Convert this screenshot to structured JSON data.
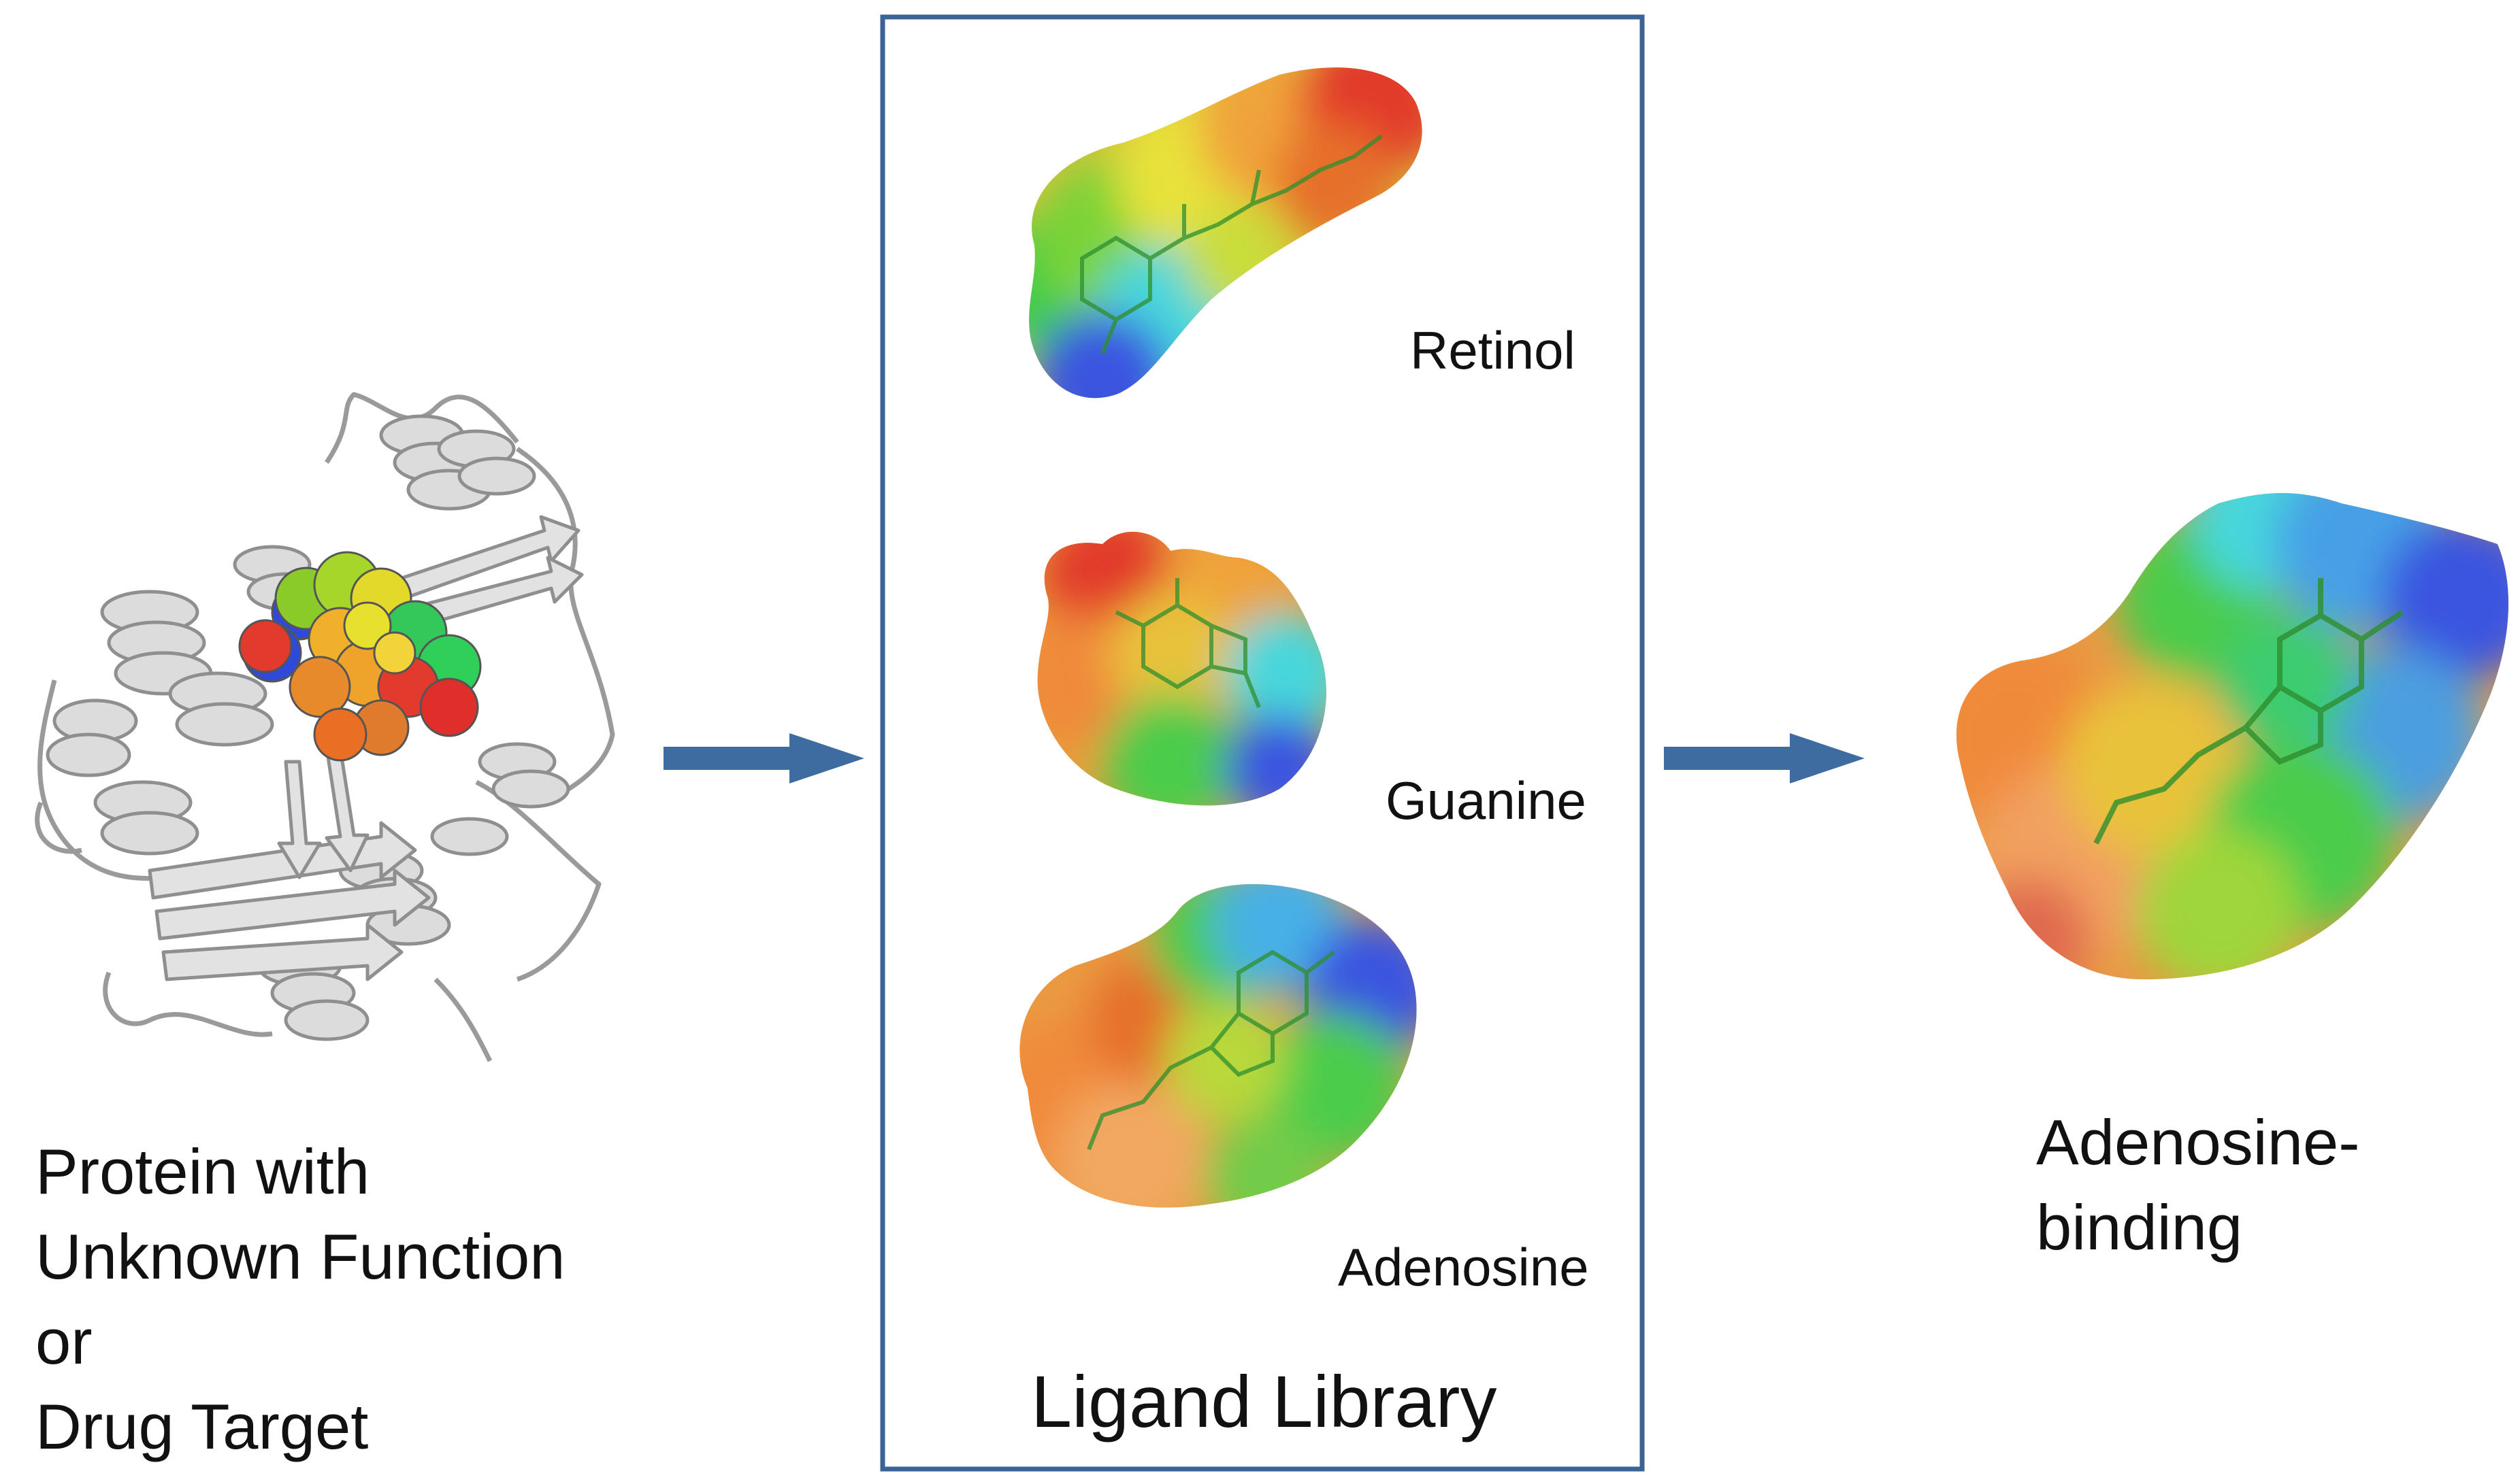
{
  "protein_label": [
    "Protein with",
    "Unknown Function",
    "or",
    "Drug Target"
  ],
  "library_title": "Ligand Library",
  "ligands": [
    {
      "name": "Retinol"
    },
    {
      "name": "Guanine"
    },
    {
      "name": "Adenosine"
    }
  ],
  "result_label": [
    "Adenosine-",
    "binding"
  ],
  "colors": {
    "arrow": "#3f6ca0",
    "library_border": "#3a6497",
    "protein_cartoon": "#d9d9d9",
    "surface_red": "#e23a2c",
    "surface_orange": "#f08a3a",
    "surface_yellow": "#e8e23a",
    "surface_green": "#4ccc4c",
    "surface_cyan": "#46d7dc",
    "surface_blue": "#3a55e0"
  }
}
